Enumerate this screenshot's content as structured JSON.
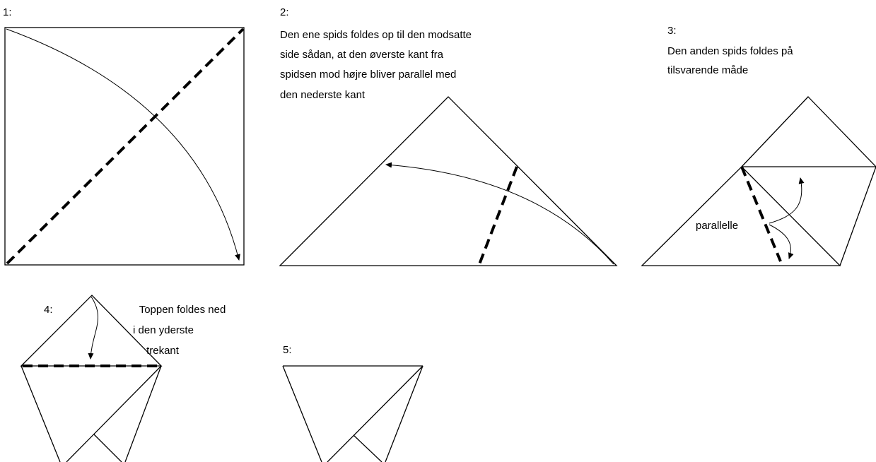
{
  "steps": [
    {
      "number": "1:",
      "lines": []
    },
    {
      "number": "2:",
      "lines": [
        "Den ene spids foldes op til den modsatte",
        "side sådan, at den øverste kant fra",
        "spidsen mod højre bliver parallel med",
        "den nederste kant"
      ]
    },
    {
      "number": "3:",
      "lines": [
        "Den anden spids foldes på",
        "tilsvarende måde"
      ]
    },
    {
      "number": "4:",
      "lines": [
        "Toppen foldes ned",
        "i den yderste",
        "trekant"
      ]
    },
    {
      "number": "5:",
      "lines": []
    }
  ],
  "labels": {
    "parallel": "parallelle"
  }
}
